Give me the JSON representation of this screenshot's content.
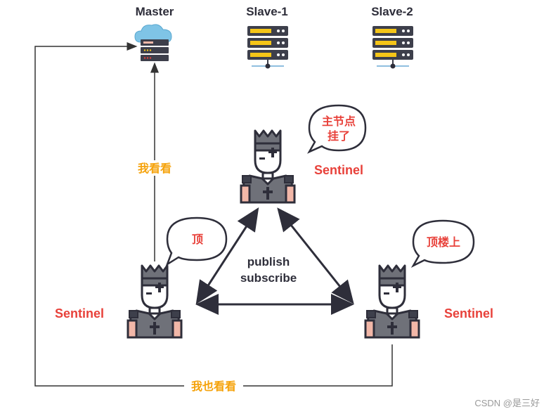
{
  "nodes": {
    "master": "Master",
    "slave1": "Slave-1",
    "slave2": "Slave-2"
  },
  "sentinels": {
    "top": "Sentinel",
    "left": "Sentinel",
    "right": "Sentinel"
  },
  "bubbles": {
    "top_line1": "主节点",
    "top_line2": "挂了",
    "left": "顶",
    "right": "顶楼上"
  },
  "edges": {
    "left_to_master": "我看看",
    "right_to_master": "我也看看",
    "pubsub_line1": "publish",
    "pubsub_line2": "subscribe"
  },
  "watermark": "CSDN @是三好",
  "colors": {
    "sentinel_text": "#e8413a",
    "edge_text": "#f5a20a",
    "dark": "#2e2e3a",
    "icon_gray": "#6f7179",
    "icon_dark": "#3d3f4b",
    "skin": "#f2b7a8",
    "server_yellow": "#f5c518",
    "cloud_blue": "#7fc4e6"
  }
}
